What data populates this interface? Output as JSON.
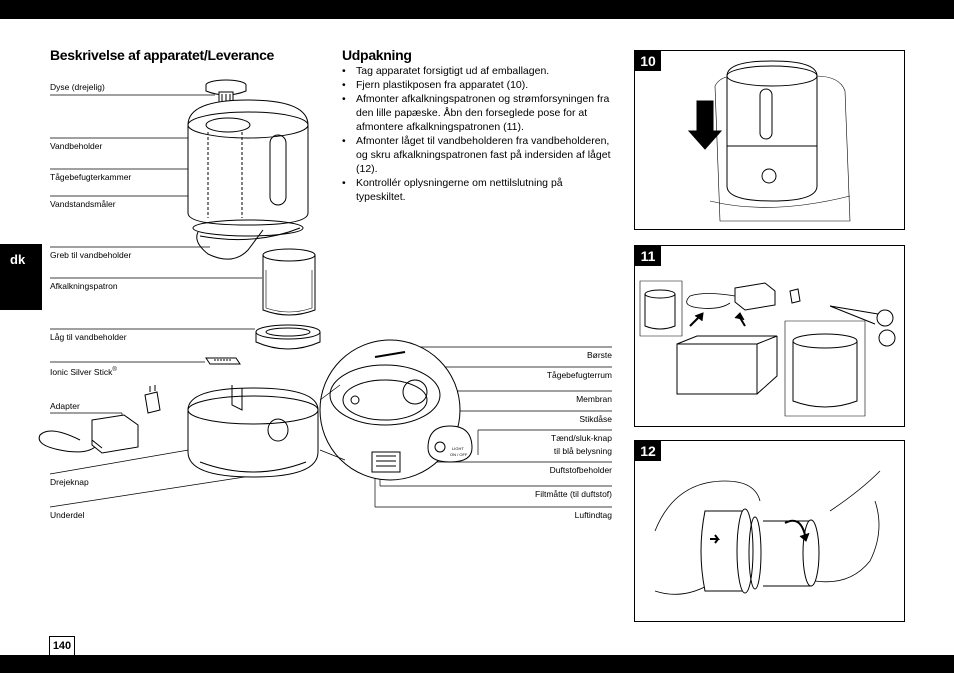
{
  "side_tab": "dk",
  "page_number": "140",
  "left_section": {
    "title": "Beskrivelse af apparatet/Leverance",
    "labels": [
      "Dyse (drejelig)",
      "Vandbeholder",
      "Tågebefugterkammer",
      "Vandstandsmåler",
      "Greb til vandbeholder",
      "Afkalkningspatron",
      "Låg til vandbeholder",
      "Ionic Silver Stick",
      "Adapter",
      "Drejeknap",
      "Underdel"
    ],
    "ionic_superscript": "®"
  },
  "right_labels": [
    "Børste",
    "Tågebefugterrum",
    "Membran",
    "Stikdåse",
    "Tænd/sluk-knap",
    "til blå belysning",
    "Duftstofbeholder",
    "Filtmåtte (til duftstof)",
    "Luftindtag"
  ],
  "unpacking": {
    "title": "Udpakning",
    "items": [
      "Tag apparatet forsigtigt ud af emballagen.",
      "Fjern plastikposen fra apparatet (10).",
      "Afmonter afkalkningspatronen og strømforsyningen fra den lille papæske. Åbn den forseglede pose for at afmontere afkalkningspatronen (11).",
      "Afmonter låget til vandbeholderen fra vandbeholderen, og skru afkalkningspatronen fast på indersiden af låget (12).",
      "Kontrollér oplysningerne om nettilslutning på typeskiltet."
    ]
  },
  "figures": [
    "10",
    "11",
    "12"
  ],
  "device_panel_text": [
    "ON / OFF",
    "LIGHT"
  ]
}
